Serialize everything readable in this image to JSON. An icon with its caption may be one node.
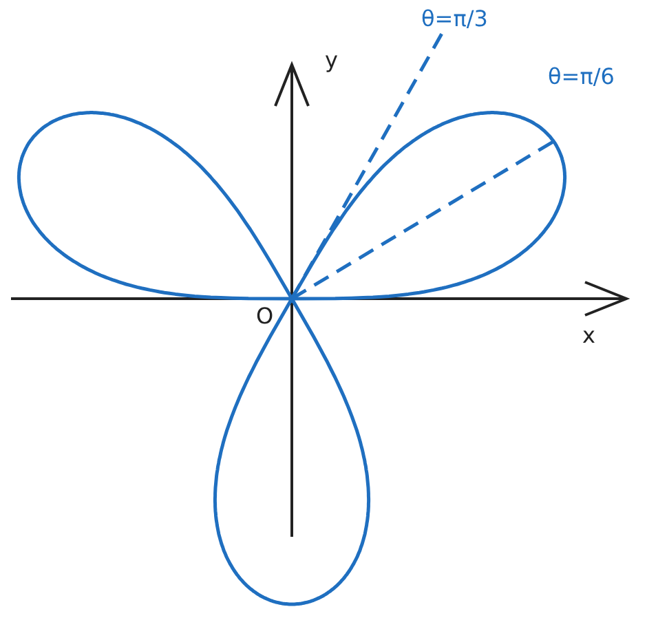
{
  "diagram": {
    "labels": [
      "y",
      "θ=π/3",
      "θ=π/6",
      "O",
      "x"
    ]
  }
}
